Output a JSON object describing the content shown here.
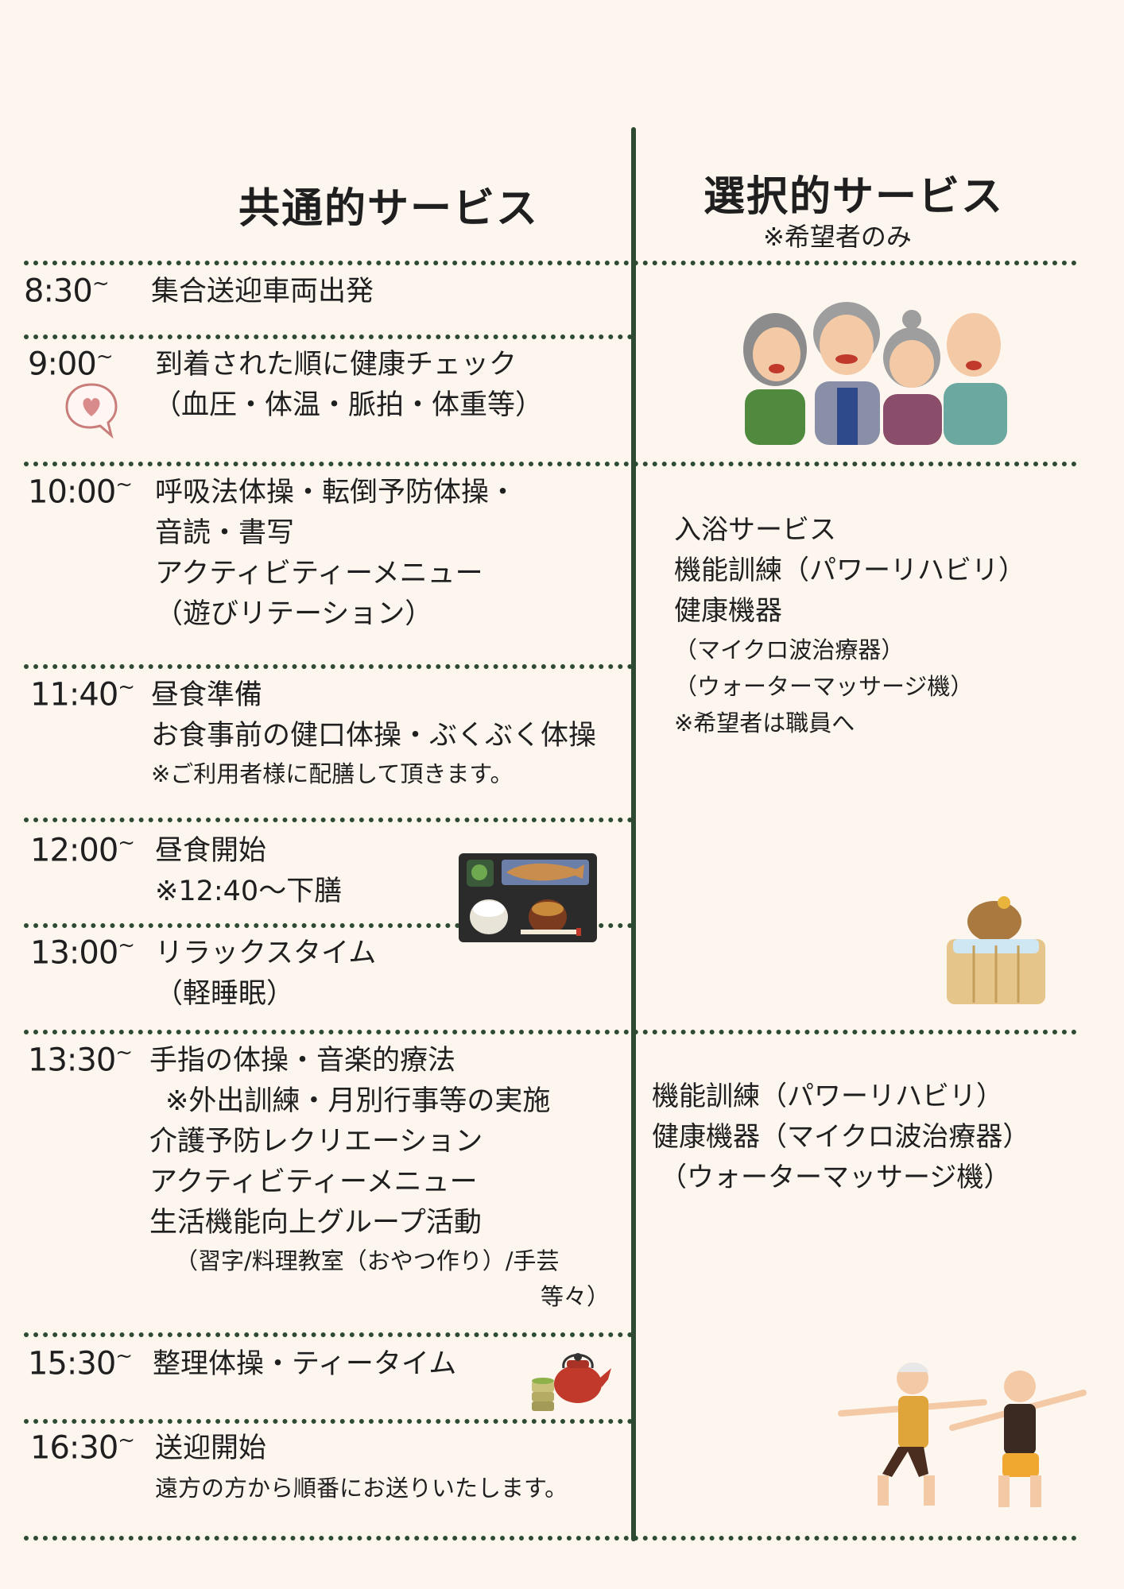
{
  "left": {
    "title": "共通的サービス"
  },
  "right": {
    "title": "選択的サービス",
    "subtitle": "※希望者のみ",
    "block1": {
      "lines": [
        "入浴サービス",
        "機能訓練（パワーリハビリ）",
        "健康機器"
      ],
      "sub": [
        "（マイクロ波治療器）",
        "（ウォーターマッサージ機）",
        "※希望者は職員へ"
      ]
    },
    "block2": {
      "lines": [
        "機能訓練（パワーリハビリ）",
        "健康機器（マイクロ波治療器）",
        "（ウォーターマッサージ機）"
      ]
    }
  },
  "schedule": [
    {
      "time": "8:30",
      "lines": [
        "集合送迎車両出発"
      ]
    },
    {
      "time": "9:00",
      "lines": [
        "到着された順に健康チェック",
        "（血圧・体温・脈拍・体重等）"
      ]
    },
    {
      "time": "10:00",
      "lines": [
        "呼吸法体操・転倒予防体操・",
        "音読・書写",
        "アクティビティーメニュー",
        "（遊びリテーション）"
      ]
    },
    {
      "time": "11:40",
      "lines": [
        "昼食準備",
        "お食事前の健口体操・ぶくぶく体操"
      ],
      "note": "※ご利用者様に配膳して頂きます。"
    },
    {
      "time": "12:00",
      "lines": [
        "昼食開始",
        "※12:40～下膳"
      ]
    },
    {
      "time": "13:00",
      "lines": [
        "リラックスタイム",
        "（軽睡眠）"
      ]
    },
    {
      "time": "13:30",
      "lines": [
        "手指の体操・音楽的療法",
        "※外出訓練・月別行事等の実施",
        "介護予防レクリエーション",
        "アクティビティーメニュー",
        "生活機能向上グループ活動"
      ],
      "sub": [
        "（習字/料理教室（おやつ作り）/手芸",
        "等々）"
      ]
    },
    {
      "time": "15:30",
      "lines": [
        "整理体操・ティータイム"
      ]
    },
    {
      "time": "16:30",
      "lines": [
        "送迎開始"
      ],
      "note": "遠方の方から順番にお送りいたします。"
    }
  ],
  "tilde": "~",
  "colors": {
    "accent": "#2e4a33",
    "background": "#fdf6ef"
  },
  "icons": [
    "heart-bubble-icon",
    "elderly-group-icon",
    "bento-meal-icon",
    "capybara-bath-icon",
    "teapot-icon",
    "exercise-seniors-icon"
  ]
}
